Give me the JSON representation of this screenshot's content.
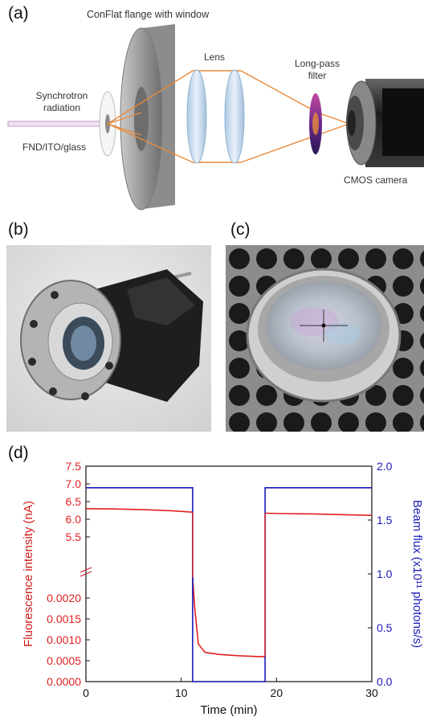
{
  "figure": {
    "panel_a": {
      "label": "(a)",
      "parts": {
        "flange": "ConFlat flange with window",
        "radiation": "Synchrotron radiation",
        "sample": "FND/ITO/glass",
        "lens": "Lens",
        "filter": "Long-pass filter",
        "camera": "CMOS camera"
      }
    },
    "panel_b": {
      "label": "(b)"
    },
    "panel_c": {
      "label": "(c)"
    },
    "panel_d": {
      "label": "(d)"
    }
  },
  "chart_data": {
    "type": "line",
    "xlabel": "Time (min)",
    "ylabel_left": "Fluorescence intensity (nA)",
    "ylabel_right": "Beam flux (x10¹¹ photons/s)",
    "xlim": [
      0,
      30
    ],
    "x_ticks": [
      "0",
      "10",
      "20",
      "30"
    ],
    "left_axis_upper": {
      "ylim": [
        5.0,
        7.5
      ],
      "ticks": [
        "5.5",
        "6.0",
        "6.5",
        "7.0",
        "7.5"
      ]
    },
    "left_axis_lower": {
      "ylim": [
        0,
        0.0025
      ],
      "ticks": [
        "0.0000",
        "0.0005",
        "0.0010",
        "0.0015",
        "0.0020"
      ]
    },
    "right_axis": {
      "ylim": [
        0,
        2.0
      ],
      "ticks": [
        "0.0",
        "0.5",
        "1.0",
        "1.5",
        "2.0"
      ]
    },
    "colors": {
      "fluorescence": "#e02020",
      "flux": "#1a1ab8"
    },
    "series": [
      {
        "axis": "left",
        "color": "#e02020",
        "segments": [
          {
            "scale": "upper",
            "x": [
              0,
              3,
              6,
              9,
              11.2
            ],
            "y": [
              6.3,
              6.29,
              6.27,
              6.24,
              6.2
            ]
          },
          {
            "scale": "lower",
            "x": [
              11.2,
              11.4,
              11.8,
              12.5,
              14,
              16,
              18,
              18.8
            ],
            "y": [
              0.0025,
              0.0018,
              0.0009,
              0.0007,
              0.00065,
              0.00062,
              0.0006,
              0.0006
            ]
          },
          {
            "scale": "upper",
            "x": [
              18.8,
              21,
              24,
              27,
              30
            ],
            "y": [
              6.17,
              6.16,
              6.15,
              6.13,
              6.11
            ]
          }
        ]
      },
      {
        "axis": "right",
        "color": "#1a1ab8",
        "segments": [
          {
            "x": [
              0,
              11.2,
              11.2,
              18.8,
              18.8,
              30
            ],
            "y": [
              1.8,
              1.8,
              0.0,
              0.0,
              1.8,
              1.8
            ]
          }
        ]
      }
    ]
  }
}
